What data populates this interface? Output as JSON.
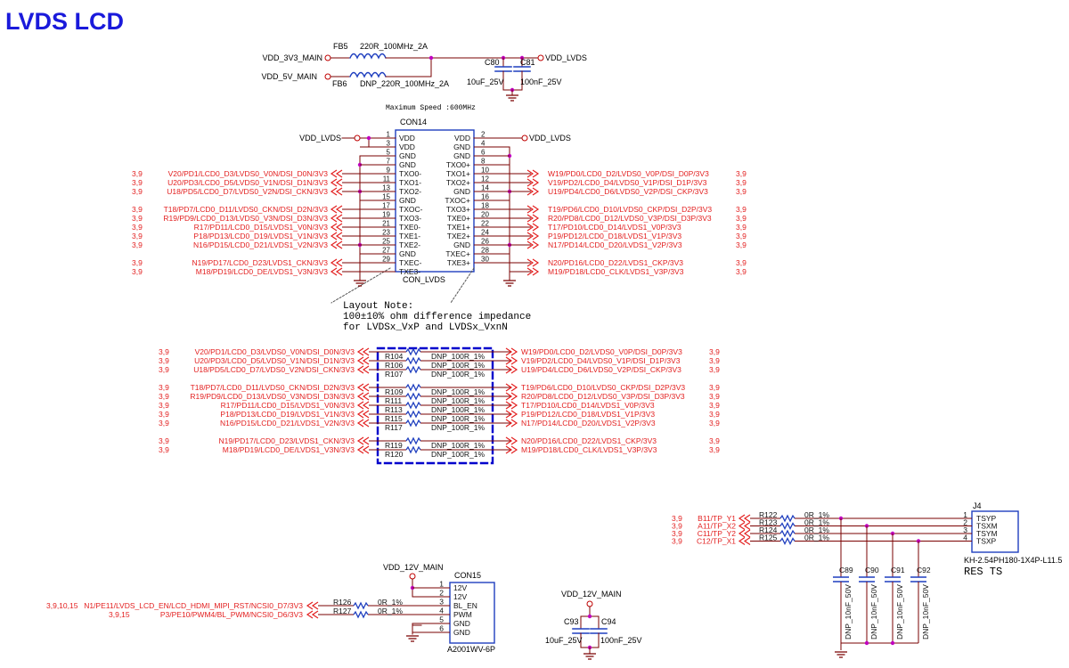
{
  "title": "LVDS LCD",
  "colors": {
    "title": "#1a1adb",
    "wire": "#7a0000",
    "part": "#1f3fbf",
    "net": "#111111",
    "red": "#e32020",
    "junction": "#c000c0",
    "dash": "#0000cc"
  },
  "power": {
    "fb5": {
      "ref": "FB5",
      "value": "220R_100MHz_2A",
      "net": "VDD_3V3_MAIN"
    },
    "fb6": {
      "ref": "FB6",
      "value": "DNP_220R_100MHz_2A",
      "net": "VDD_5V_MAIN"
    },
    "c80": {
      "ref": "C80",
      "value": "10uF_25V"
    },
    "c81": {
      "ref": "C81",
      "value": "100nF_25V"
    },
    "out": "VDD_LVDS"
  },
  "con14": {
    "ref": "CON14",
    "part": "CON_LVDS",
    "speed": "Maximum Speed :600MHz",
    "left_net": "VDD_LVDS",
    "right_net": "VDD_LVDS",
    "left_pins": [
      {
        "num": "1",
        "name": "VDD"
      },
      {
        "num": "3",
        "name": "VDD"
      },
      {
        "num": "5",
        "name": "GND"
      },
      {
        "num": "7",
        "name": "GND"
      },
      {
        "num": "9",
        "name": "TXO0-"
      },
      {
        "num": "11",
        "name": "TXO1-"
      },
      {
        "num": "13",
        "name": "TXO2-"
      },
      {
        "num": "15",
        "name": "GND"
      },
      {
        "num": "17",
        "name": "TXOC-"
      },
      {
        "num": "19",
        "name": "TXO3-"
      },
      {
        "num": "21",
        "name": "TXE0-"
      },
      {
        "num": "23",
        "name": "TXE1-"
      },
      {
        "num": "25",
        "name": "TXE2-"
      },
      {
        "num": "27",
        "name": "GND"
      },
      {
        "num": "29",
        "name": "TXEC-"
      },
      {
        "num": "",
        "name": "TXE3-"
      }
    ],
    "right_pins": [
      {
        "num": "2",
        "name": "VDD"
      },
      {
        "num": "4",
        "name": "GND"
      },
      {
        "num": "6",
        "name": "GND"
      },
      {
        "num": "8",
        "name": "TXO0+"
      },
      {
        "num": "10",
        "name": "TXO1+"
      },
      {
        "num": "12",
        "name": "TXO2+"
      },
      {
        "num": "14",
        "name": "GND"
      },
      {
        "num": "16",
        "name": "TXOC+"
      },
      {
        "num": "18",
        "name": "TXO3+"
      },
      {
        "num": "20",
        "name": "TXE0+"
      },
      {
        "num": "22",
        "name": "TXE1+"
      },
      {
        "num": "24",
        "name": "TXE2+"
      },
      {
        "num": "26",
        "name": "GND"
      },
      {
        "num": "28",
        "name": "TXEC+"
      },
      {
        "num": "30",
        "name": "TXE3+"
      },
      {
        "num": "",
        "name": ""
      }
    ],
    "left_nets": [
      {
        "net": "V20/PD1/LCD0_D3/LVDS0_V0N/DSI_D0N/3V3",
        "pg": "3,9"
      },
      {
        "net": "U20/PD3/LCD0_D5/LVDS0_V1N/DSI_D1N/3V3",
        "pg": "3,9"
      },
      {
        "net": "U18/PD5/LCD0_D7/LVDS0_V2N/DSI_CKN/3V3",
        "pg": "3,9"
      },
      {
        "net": "T18/PD7/LCD0_D11/LVDS0_CKN/DSI_D2N/3V3",
        "pg": "3,9"
      },
      {
        "net": "R19/PD9/LCD0_D13/LVDS0_V3N/DSI_D3N/3V3",
        "pg": "3,9"
      },
      {
        "net": "R17/PD11/LCD0_D15/LVDS1_V0N/3V3",
        "pg": "3,9"
      },
      {
        "net": "P18/PD13/LCD0_D19/LVDS1_V1N/3V3",
        "pg": "3,9"
      },
      {
        "net": "N16/PD15/LCD0_D21/LVDS1_V2N/3V3",
        "pg": "3,9"
      },
      {
        "net": "N19/PD17/LCD0_D23/LVDS1_CKN/3V3",
        "pg": "3,9"
      },
      {
        "net": "M18/PD19/LCD0_DE/LVDS1_V3N/3V3",
        "pg": "3,9"
      }
    ],
    "right_nets": [
      {
        "net": "W19/PD0/LCD0_D2/LVDS0_V0P/DSI_D0P/3V3",
        "pg": "3,9"
      },
      {
        "net": "V19/PD2/LCD0_D4/LVDS0_V1P/DSI_D1P/3V3",
        "pg": "3,9"
      },
      {
        "net": "U19/PD4/LCD0_D6/LVDS0_V2P/DSI_CKP/3V3",
        "pg": "3,9"
      },
      {
        "net": "T19/PD6/LCD0_D10/LVDS0_CKP/DSI_D2P/3V3",
        "pg": "3,9"
      },
      {
        "net": "R20/PD8/LCD0_D12/LVDS0_V3P/DSI_D3P/3V3",
        "pg": "3,9"
      },
      {
        "net": "T17/PD10/LCD0_D14/LVDS1_V0P/3V3",
        "pg": "3,9"
      },
      {
        "net": "P19/PD12/LCD0_D18/LVDS1_V1P/3V3",
        "pg": "3,9"
      },
      {
        "net": "N17/PD14/LCD0_D20/LVDS1_V2P/3V3",
        "pg": "3,9"
      },
      {
        "net": "N20/PD16/LCD0_D22/LVDS1_CKP/3V3",
        "pg": "3,9"
      },
      {
        "net": "M19/PD18/LCD0_CLK/LVDS1_V3P/3V3",
        "pg": "3,9"
      }
    ]
  },
  "layout_note": [
    "Layout Note:",
    "100±10% ohm difference impedance",
    "for LVDSx_VxP and LVDSx_VxnN"
  ],
  "term": {
    "value": "DNP_100R_1%",
    "refs_upper": [
      "R104",
      "R106",
      "R107",
      "R109",
      "R111",
      "R113",
      "R115",
      "R117",
      "R119",
      "R120"
    ]
  },
  "j4": {
    "ref": "J4",
    "part": "KH-2.54PH180-1X4P-L11.5",
    "label": "RES TS",
    "pins": [
      {
        "num": "1",
        "name": "TSYP"
      },
      {
        "num": "2",
        "name": "TSXM"
      },
      {
        "num": "3",
        "name": "TSYM"
      },
      {
        "num": "4",
        "name": "TSXP"
      }
    ],
    "nets": [
      {
        "pg": "3,9",
        "net": "B11/TP_Y1",
        "ref": "R122",
        "val": "0R_1%"
      },
      {
        "pg": "3,9",
        "net": "A11/TP_X2",
        "ref": "R123",
        "val": "0R_1%"
      },
      {
        "pg": "3,9",
        "net": "C11/TP_Y2",
        "ref": "R124",
        "val": "0R_1%"
      },
      {
        "pg": "3,9",
        "net": "C12/TP_X1",
        "ref": "R125",
        "val": "0R_1%"
      }
    ],
    "caps": [
      {
        "ref": "C89",
        "val": "DNP_10nF_50V"
      },
      {
        "ref": "C90",
        "val": "DNP_10nF_50V"
      },
      {
        "ref": "C91",
        "val": "DNP_10nF_50V"
      },
      {
        "ref": "C92",
        "val": "DNP_10nF_50V"
      }
    ]
  },
  "con15": {
    "ref": "CON15",
    "part": "A2001WV-6P",
    "power": "VDD_12V_MAIN",
    "pins": [
      {
        "num": "1",
        "name": "12V"
      },
      {
        "num": "2",
        "name": "12V"
      },
      {
        "num": "3",
        "name": "BL_EN"
      },
      {
        "num": "4",
        "name": "PWM"
      },
      {
        "num": "5",
        "name": "GND"
      },
      {
        "num": "6",
        "name": "GND"
      }
    ],
    "nets": [
      {
        "pg": "3,9,10,15",
        "net": "N1/PE11/LVDS_LCD_EN/LCD_HDMI_MIPI_RST/NCSI0_D7/3V3",
        "ref": "R126",
        "val": "0R_1%"
      },
      {
        "pg": "3,9,15",
        "net": "P3/PE10/PWM4/BL_PWM/NCSI0_D6/3V3",
        "ref": "R127",
        "val": "0R_1%"
      }
    ]
  },
  "bulk": {
    "power": "VDD_12V_MAIN",
    "c93": {
      "ref": "C93",
      "val": "10uF_25V"
    },
    "c94": {
      "ref": "C94",
      "val": "100nF_25V"
    }
  }
}
